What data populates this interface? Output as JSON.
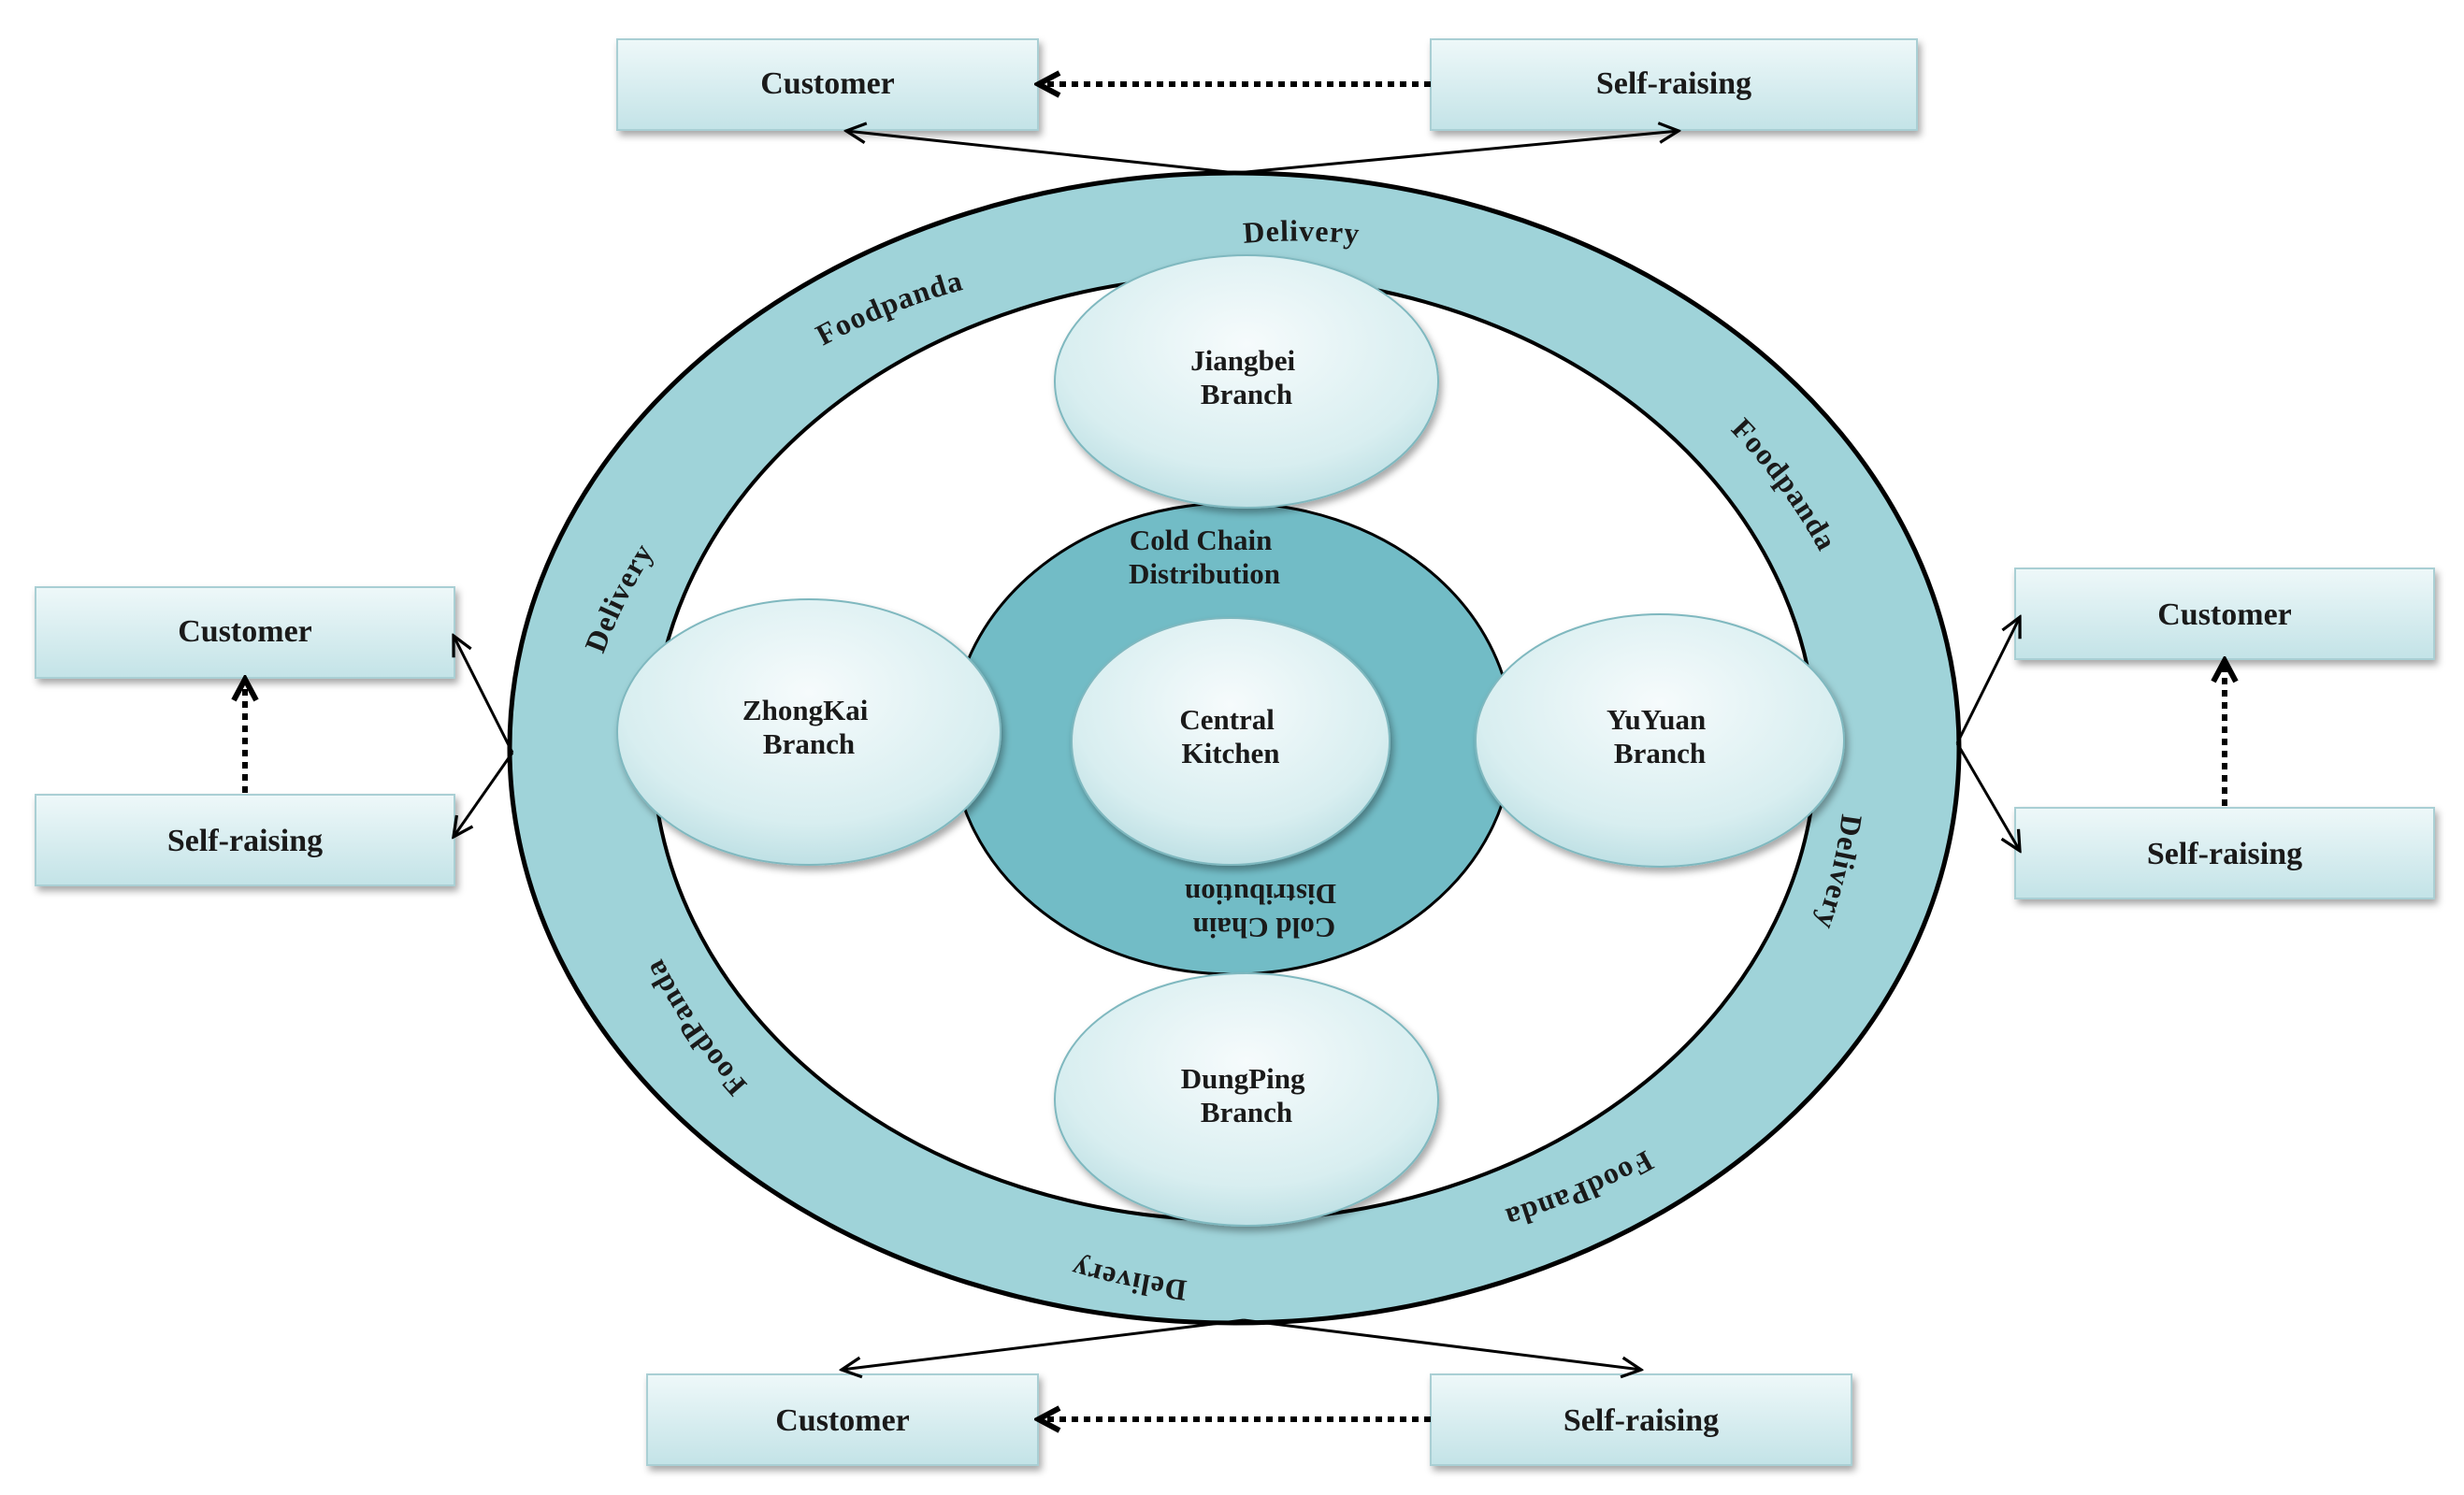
{
  "colors": {
    "ring": "#9fd3d9",
    "ring_stroke": "#000000",
    "inner_disc": "#72bcc6",
    "box_fill_top": "#e9f6f7",
    "box_fill_bottom": "#c6e5e8",
    "node_fill_center": "#f3fafb",
    "node_fill_edge": "#bfe0e4",
    "arrow": "#000000"
  },
  "boxes": {
    "top_customer": "Customer",
    "top_self_raising": "Self-raising",
    "left_customer": "Customer",
    "left_self_raising": "Self-raising",
    "right_customer": "Customer",
    "right_self_raising": "Self-raising",
    "bottom_customer": "Customer",
    "bottom_self_raising": "Self-raising"
  },
  "ring_labels": {
    "delivery_top": "Delivery",
    "foodpanda_top_left": "Foodpanda",
    "foodpanda_right": "Foodpanda",
    "delivery_left": "Delivery",
    "delivery_right": "Delivery",
    "foodpanda_bottom_left": "FoodPanda",
    "foodpanda_bottom_right": "FoodPanda",
    "delivery_bottom": "Delivery"
  },
  "nodes": {
    "jiangbei": [
      "Jiangbei",
      "Branch"
    ],
    "zhongkai": [
      "ZhongKai",
      "Branch"
    ],
    "central": [
      "Central",
      "Kitchen"
    ],
    "yuyuan": [
      "YuYuan",
      "Branch"
    ],
    "dungping": [
      "DungPing",
      "Branch"
    ]
  },
  "cold_chain": {
    "top": [
      "Cold Chain",
      "Distribution"
    ],
    "bottom": [
      "Cold Chain",
      "Distribution"
    ]
  }
}
